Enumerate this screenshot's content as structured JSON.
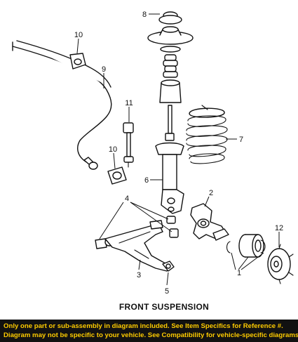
{
  "diagram": {
    "caption": "FRONT SUSPENSION",
    "callouts": [
      "1",
      "2",
      "3",
      "4",
      "5",
      "6",
      "7",
      "8",
      "9",
      "10",
      "10",
      "11",
      "12"
    ]
  },
  "disclaimer": {
    "line1": "Only one part or sub-assembly in diagram included. See Item Specifics for Reference #.",
    "line2": "Diagram may not be specific to your vehicle. See Compatibility for vehicle-specific diagrams."
  }
}
